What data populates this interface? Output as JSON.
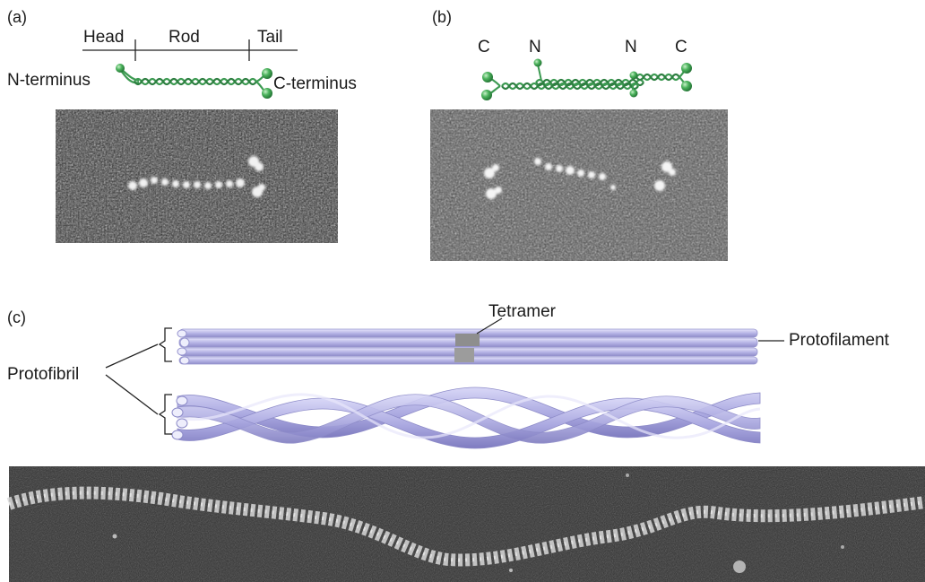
{
  "panel_a": {
    "tag": "(a)",
    "region_labels": [
      "Head",
      "Rod",
      "Tail"
    ],
    "n_label": "N-terminus",
    "c_label": "C-terminus"
  },
  "panel_b": {
    "tag": "(b)",
    "end_labels": [
      "C",
      "N",
      "N",
      "C"
    ]
  },
  "panel_c": {
    "tag": "(c)",
    "tetramer_label": "Tetramer",
    "protofilament_label": "Protofilament",
    "protofibril_label": "Protofibril"
  },
  "colors": {
    "coil_green": "#3d9a52",
    "fiber_purple": "#b7b5e6",
    "em_background": "#2e2e2e",
    "tetramer_gray": "#8e8e8e"
  }
}
